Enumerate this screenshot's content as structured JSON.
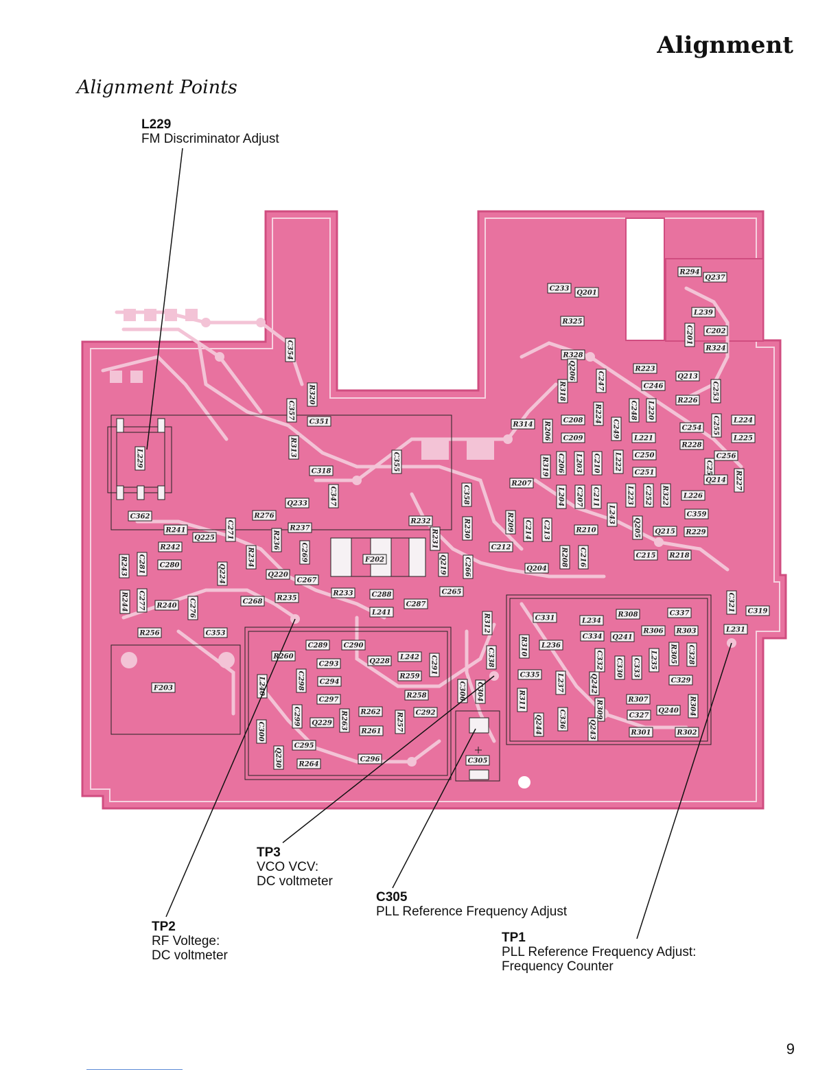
{
  "page": {
    "title": "Alignment",
    "section_title": "Alignment Points",
    "page_number": "9"
  },
  "colors": {
    "board": "#e8729f",
    "board_trace": "#f3c3d6",
    "board_outline": "#d04d80",
    "component_fill": "#f6f1f4",
    "text": "#111111"
  },
  "callouts": [
    {
      "id": "L229",
      "lines": [
        "FM Discriminator Adjust"
      ]
    },
    {
      "id": "TP3",
      "lines": [
        "VCO VCV:",
        "DC voltmeter"
      ]
    },
    {
      "id": "C305",
      "lines": [
        "PLL Reference Frequency Adjust"
      ]
    },
    {
      "id": "TP2",
      "lines": [
        "RF Voltege:",
        "DC voltmeter"
      ]
    },
    {
      "id": "TP1",
      "lines": [
        "PLL Reference Frequency Adjust:",
        "Frequency Counter"
      ]
    }
  ],
  "components": [
    "R294",
    "Q237",
    "C233",
    "Q201",
    "R325",
    "L239",
    "C201",
    "C202",
    "R324",
    "C354",
    "R328",
    "Q206",
    "R223",
    "Q213",
    "R318",
    "C247",
    "C246",
    "C253",
    "C357",
    "R320",
    "C351",
    "R226",
    "R314",
    "C208",
    "R224",
    "C249",
    "C248",
    "L220",
    "C254",
    "C255",
    "L224",
    "R206",
    "C209",
    "L221",
    "R228",
    "L225",
    "L229",
    "R313",
    "C355",
    "C318",
    "R319",
    "C206",
    "L203",
    "C210",
    "L222",
    "C250",
    "C256",
    "C251",
    "C257",
    "Q214",
    "R227",
    "R207",
    "C347",
    "Q233",
    "C358",
    "L204",
    "C207",
    "C211",
    "L223",
    "C252",
    "R322",
    "L226",
    "C362",
    "R276",
    "R232",
    "R209",
    "L243",
    "C359",
    "R241",
    "R237",
    "R231",
    "R230",
    "C214",
    "C213",
    "R210",
    "Q205",
    "Q215",
    "R229",
    "Q225",
    "C271",
    "R236",
    "C212",
    "R242",
    "R234",
    "C269",
    "F202",
    "R208",
    "C216",
    "C215",
    "R218",
    "C281",
    "C280",
    "Q224",
    "Q219",
    "C266",
    "Q204",
    "R243",
    "Q220",
    "C267",
    "C265",
    "R233",
    "C288",
    "C321",
    "R244",
    "C277",
    "R240",
    "C276",
    "C268",
    "R235",
    "L241",
    "C287",
    "C331",
    "L234",
    "R308",
    "C337",
    "C319",
    "R256",
    "C353",
    "R312",
    "C334",
    "Q241",
    "R306",
    "R303",
    "L231",
    "C289",
    "C290",
    "L242",
    "R310",
    "L236",
    "C338",
    "C332",
    "C330",
    "C333",
    "L235",
    "R305",
    "C328",
    "R260",
    "C293",
    "Q228",
    "C291",
    "C335",
    "L237",
    "Q242",
    "C329",
    "F203",
    "L240",
    "C298",
    "C294",
    "R259",
    "C306",
    "C304",
    "R311",
    "R307",
    "R304",
    "C297",
    "R258",
    "C327",
    "Q240",
    "C299",
    "R262",
    "C292",
    "C336",
    "R309",
    "C300",
    "Q229",
    "R263",
    "R257",
    "Q244",
    "Q243",
    "R301",
    "R302",
    "R261",
    "C295",
    "C296",
    "C305",
    "Q230",
    "R264"
  ]
}
